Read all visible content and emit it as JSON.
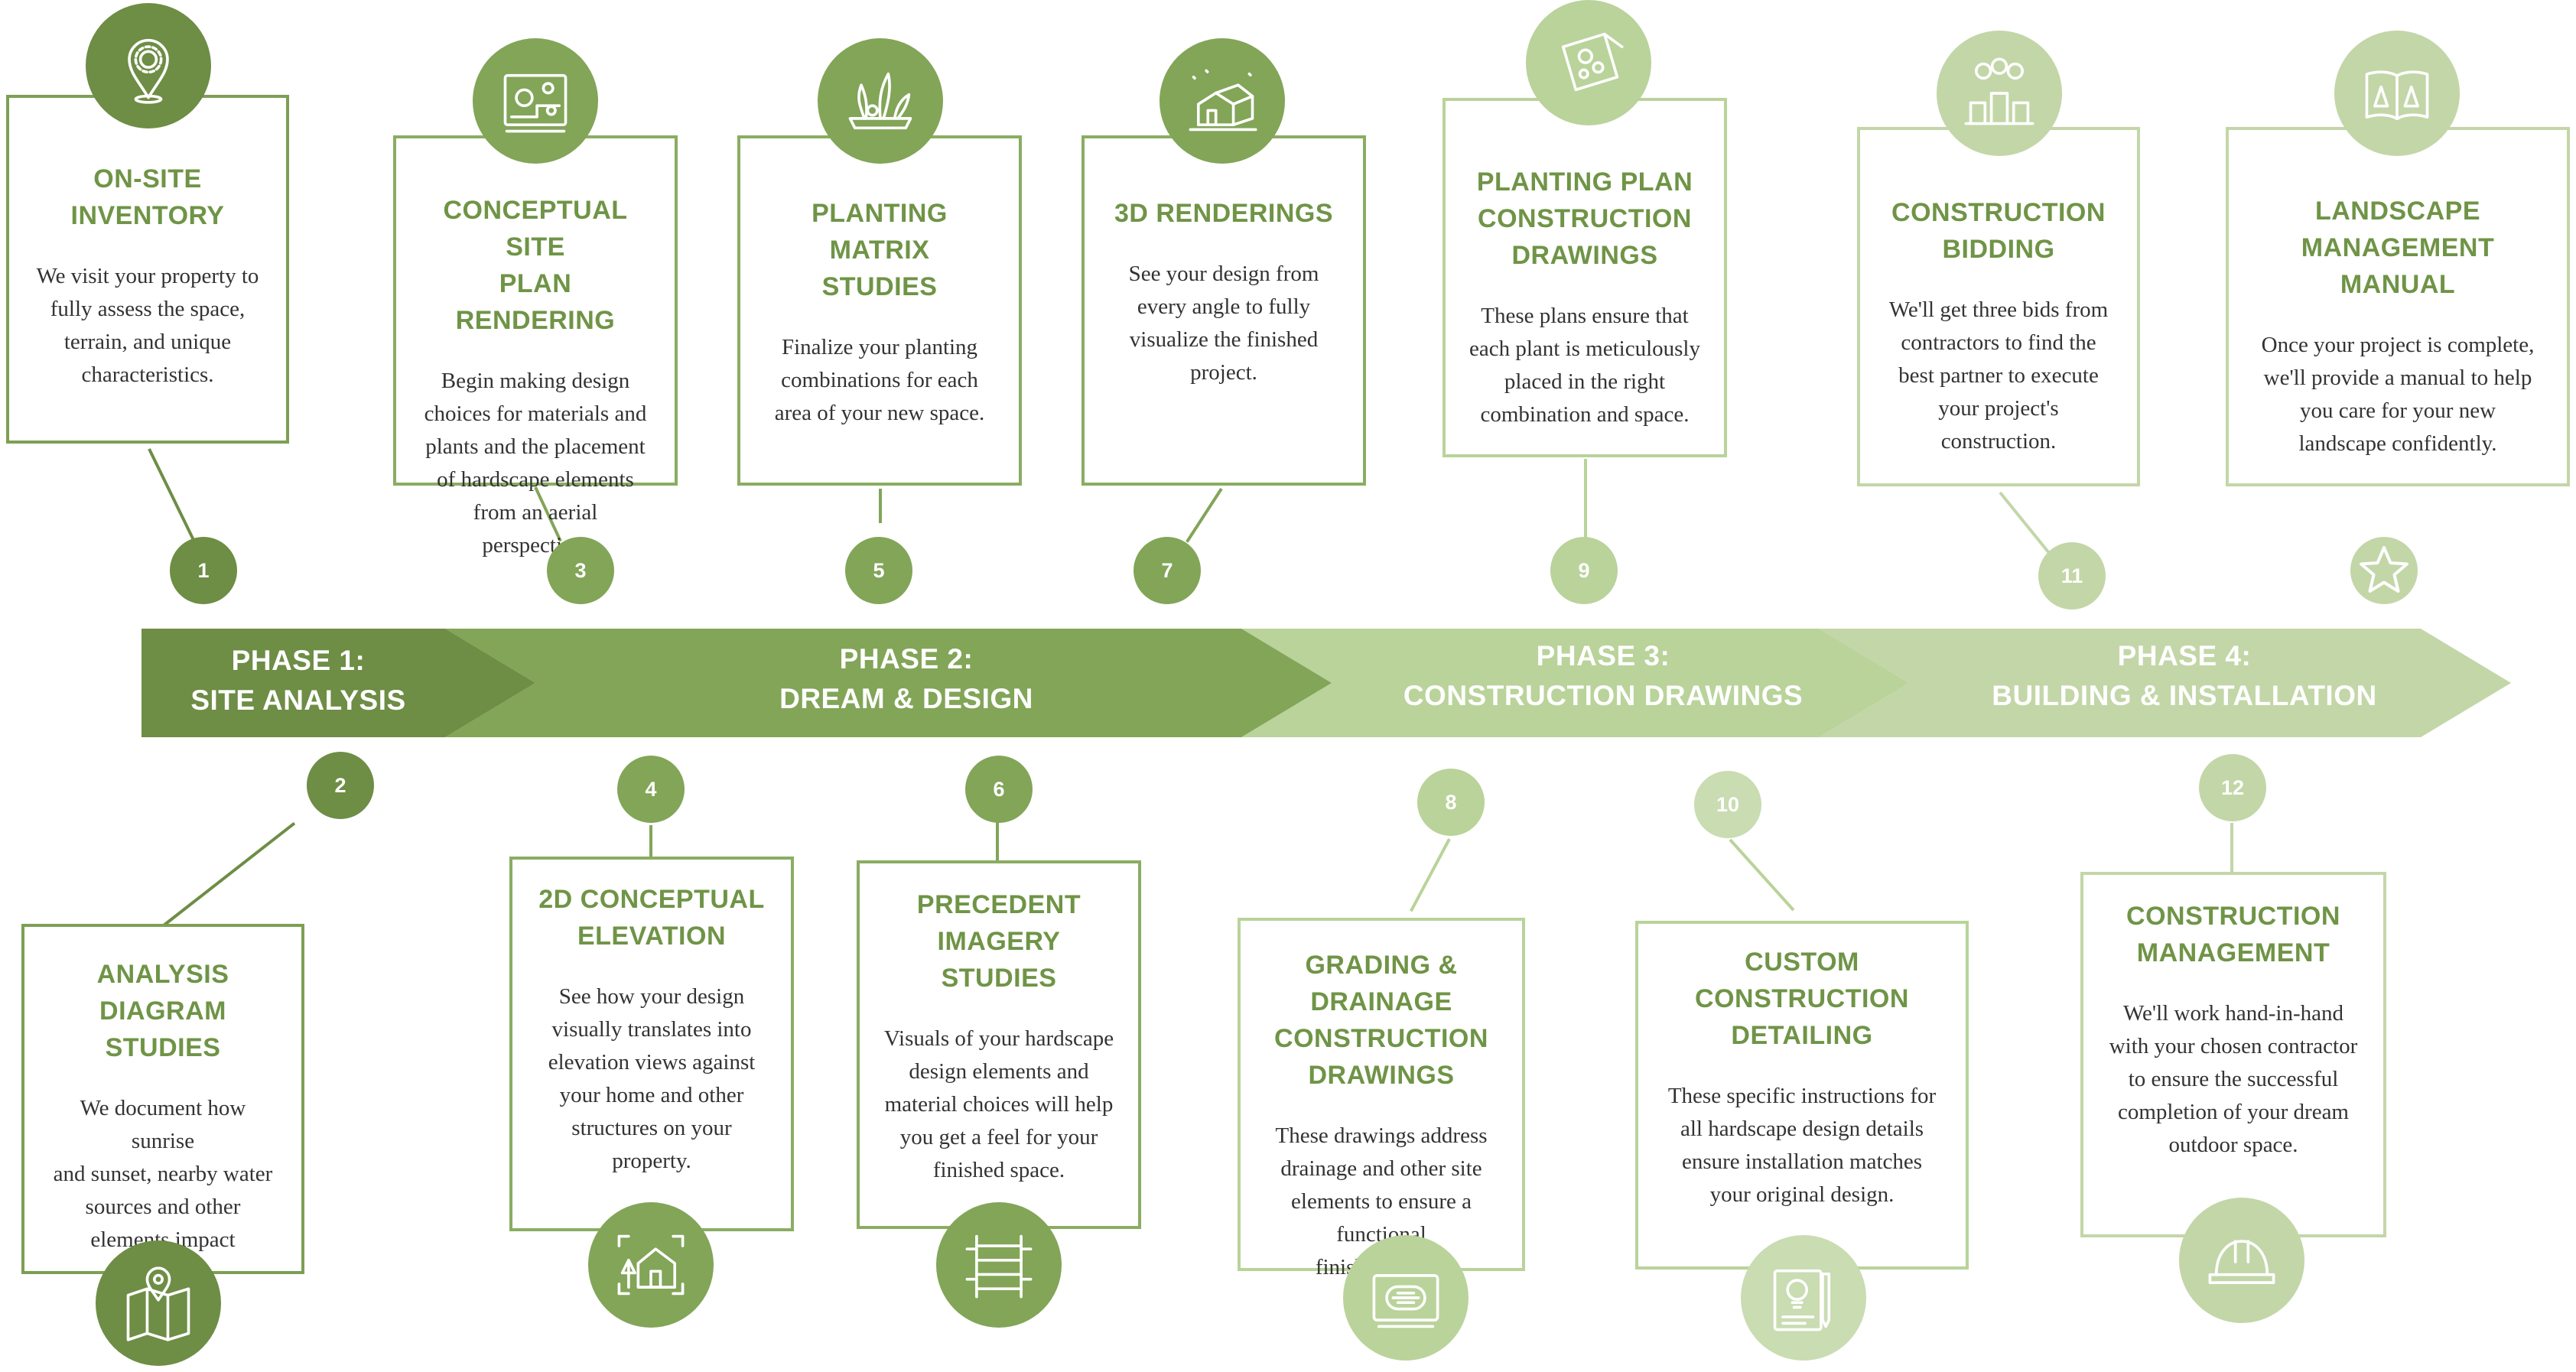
{
  "colors": {
    "phase1": "#6e8d45",
    "phase2": "#82a558",
    "phase3": "#b9d39a",
    "phase4": "#c3d6a8",
    "title_dark": "#6f9446",
    "title_light": "#9fc27a"
  },
  "phases": [
    {
      "line1": "PHASE 1:",
      "line2": "SITE ANALYSIS"
    },
    {
      "line1": "PHASE 2:",
      "line2": "DREAM & DESIGN"
    },
    {
      "line1": "PHASE 3:",
      "line2": "CONSTRUCTION DRAWINGS"
    },
    {
      "line1": "PHASE 4:",
      "line2": "BUILDING & INSTALLATION"
    }
  ],
  "steps": [
    {
      "number": "1",
      "title": "ON-SITE\nINVENTORY",
      "body": "We visit your property to\nfully assess the space,\nterrain, and unique\ncharacteristics.",
      "icon": "location-pin-gear-icon"
    },
    {
      "number": "2",
      "title": "ANALYSIS\nDIAGRAM STUDIES",
      "body": "We document how sunrise\nand sunset, nearby water\nsources and other\nelements impact\nyour space.",
      "icon": "map-pin-icon"
    },
    {
      "number": "3",
      "title": "CONCEPTUAL SITE\nPLAN RENDERING",
      "body": "Begin making design\nchoices for materials and\nplants and the placement\nof hardscape elements\nfrom an aerial perspective.",
      "icon": "site-plan-icon"
    },
    {
      "number": "4",
      "title": "2D CONCEPTUAL\nELEVATION",
      "body": "See how your design\nvisually translates into\nelevation views against\nyour home and other\nstructures on your\nproperty.",
      "icon": "house-elevation-icon"
    },
    {
      "number": "5",
      "title": "PLANTING MATRIX\nSTUDIES",
      "body": "Finalize your planting\ncombinations for each\narea of your new space.",
      "icon": "plants-icon"
    },
    {
      "number": "6",
      "title": "PRECEDENT\nIMAGERY STUDIES",
      "body": "Visuals of your hardscape\ndesign elements and\nmaterial choices will help\nyou get a feel for your\nfinished space.",
      "icon": "bridge-icon"
    },
    {
      "number": "7",
      "title": "3D RENDERINGS",
      "body": "See your design from\nevery angle to fully\nvisualize the finished\nproject.",
      "icon": "3d-house-icon"
    },
    {
      "number": "8",
      "title": "GRADING & DRAINAGE\nCONSTRUCTION\nDRAWINGS",
      "body": "These drawings address\ndrainage and other site\nelements to ensure a functional\nfinished space.",
      "icon": "drainage-drawing-icon"
    },
    {
      "number": "9",
      "title": "PLANTING PLAN\nCONSTRUCTION\nDRAWINGS",
      "body": "These plans ensure that\neach plant is meticulously\nplaced in the right\ncombination and space.",
      "icon": "planting-plan-icon"
    },
    {
      "number": "10",
      "title": "CUSTOM\nCONSTRUCTION\nDETAILING",
      "body": "These specific instructions for\nall hardscape design details\nensure installation matches\nyour original design.",
      "icon": "blueprint-detail-icon"
    },
    {
      "number": "11",
      "title": "CONSTRUCTION\nBIDDING",
      "body": "We'll get three bids from\ncontractors to find the\nbest partner to execute\nyour project's\nconstruction.",
      "icon": "bids-icon"
    },
    {
      "number": "12",
      "title": "CONSTRUCTION\nMANAGEMENT",
      "body": "We'll work hand-in-hand\nwith your chosen contractor\nto ensure the successful\ncompletion of your dream\noutdoor space.",
      "icon": "hard-hat-icon"
    },
    {
      "number": "",
      "title": "LANDSCAPE\nMANAGEMENT\nMANUAL",
      "body": "Once your project is complete,\nwe'll provide a manual to help\nyou care for your new\nlandscape confidently.",
      "icon": "manual-book-icon"
    }
  ]
}
